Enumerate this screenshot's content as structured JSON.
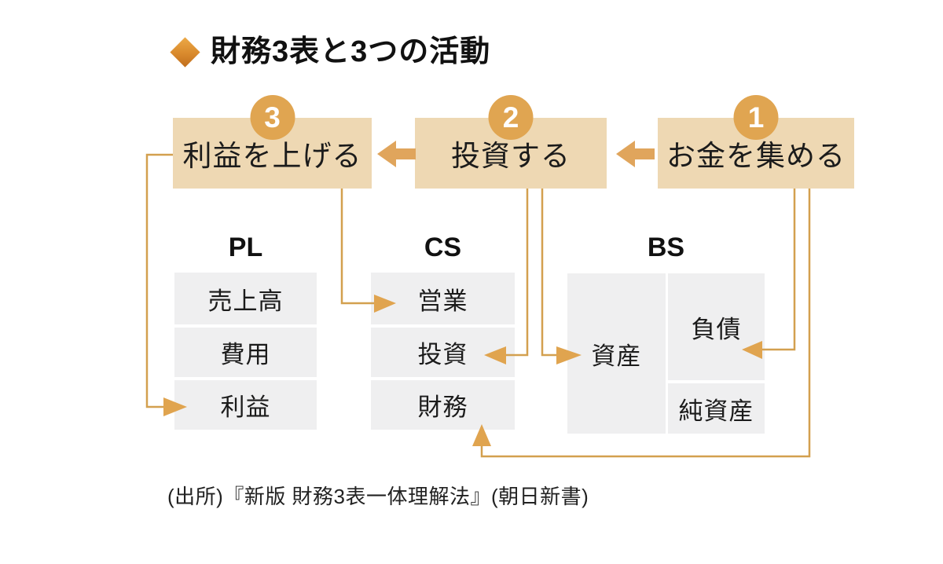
{
  "title": "財務3表と3つの活動",
  "activities": [
    {
      "number": "3",
      "label": "利益を上げる"
    },
    {
      "number": "2",
      "label": "投資する"
    },
    {
      "number": "1",
      "label": "お金を集める"
    }
  ],
  "statements": {
    "pl": {
      "header": "PL",
      "cells": [
        "売上高",
        "費用",
        "利益"
      ]
    },
    "cs": {
      "header": "CS",
      "cells": [
        "営業",
        "投資",
        "財務"
      ]
    },
    "bs": {
      "header": "BS",
      "assets_cell": "資産",
      "right_cells": [
        "負債",
        "純資産"
      ]
    }
  },
  "connections": [
    {
      "from": "お金を集める",
      "to": "投資する",
      "type": "flow-arrow"
    },
    {
      "from": "投資する",
      "to": "利益を上げる",
      "type": "flow-arrow"
    },
    {
      "from": "利益を上げる",
      "to": "利益",
      "type": "line-arrow"
    },
    {
      "from": "利益を上げる",
      "to": "営業",
      "type": "line-arrow"
    },
    {
      "from": "投資する",
      "to": "投資",
      "type": "line-arrow"
    },
    {
      "from": "投資する",
      "to": "資産",
      "type": "line-arrow"
    },
    {
      "from": "お金を集める",
      "to": "負債",
      "type": "line-arrow"
    },
    {
      "from": "お金を集める",
      "to": "財務",
      "type": "line-arrow"
    }
  ],
  "source": "(出所)『新版 財務3表一体理解法』(朝日新書)",
  "colors": {
    "box_fill": "#eed8b3",
    "badge_fill": "#e0a551",
    "block_arrow": "#e0a55c",
    "line": "#d3a04f",
    "arrowhead": "#e0a44f",
    "cell_fill": "#efeff0",
    "diamond_light": "#eca947",
    "diamond_dark": "#c06d1c",
    "text": "#1b1b1b",
    "background": "#ffffff"
  }
}
